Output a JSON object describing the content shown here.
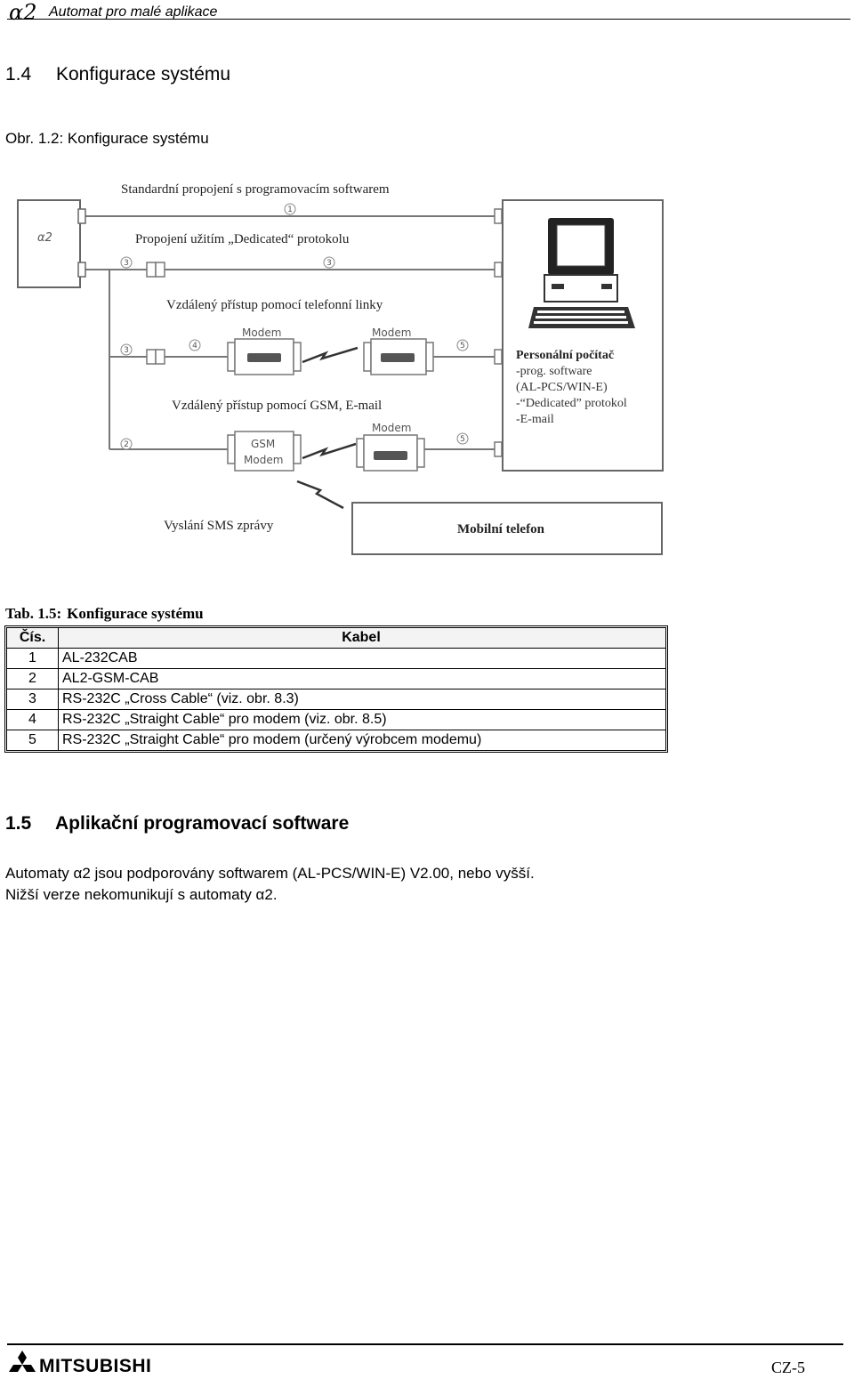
{
  "header": {
    "alpha_logo": "α2",
    "title": "Automat pro malé aplikace"
  },
  "section1": {
    "number": "1.4",
    "title": "Konfigurace systému"
  },
  "figure_caption": "Obr. 1.2: Konfigurace systému",
  "diagram": {
    "plc_label": "α2",
    "line_std": "Standardní propojení s programovacím softwarem",
    "line_dedicated": "Propojení užitím „Dedicated“ protokolu",
    "line_phone": "Vzdálený přístup pomocí telefonní linky",
    "line_gsm": "Vzdálený přístup pomocí GSM, E-mail",
    "modem_label": "Modem",
    "gsm_modem_label_1": "GSM",
    "gsm_modem_label_2": "Modem",
    "pc_title": "Personální počítač",
    "pc_line_1": "-prog. software",
    "pc_line_2": "(AL-PCS/WIN-E)",
    "pc_line_3": "-“Dedicated” protokol",
    "pc_line_4": "-E-mail",
    "sms_label": "Vyslání SMS zprávy",
    "mobile_label": "Mobilní telefon",
    "markers": {
      "m1": "1",
      "m2": "2",
      "m3": "3",
      "m4": "4",
      "m5": "5"
    }
  },
  "table": {
    "caption_number": "Tab. 1.5:",
    "caption_title": "Konfigurace systému",
    "headers": [
      "Čís.",
      "Kabel"
    ],
    "rows": [
      [
        "1",
        "AL-232CAB"
      ],
      [
        "2",
        "AL2-GSM-CAB"
      ],
      [
        "3",
        "RS-232C „Cross Cable“ (viz. obr. 8.3)"
      ],
      [
        "4",
        "RS-232C „Straight Cable“ pro modem (viz. obr. 8.5)"
      ],
      [
        "5",
        "RS-232C „Straight Cable“ pro modem (určený výrobcem modemu)"
      ]
    ]
  },
  "section2": {
    "number": "1.5",
    "title": "Aplikační programovací software",
    "line_1": "Automaty α2 jsou podporovány  softwarem (AL-PCS/WIN-E) V2.00, nebo vyšší.",
    "line_2": "Nižší verze nekomunikují s automaty α2."
  },
  "footer": {
    "brand": "MITSUBISHI",
    "page": "CZ-5"
  }
}
